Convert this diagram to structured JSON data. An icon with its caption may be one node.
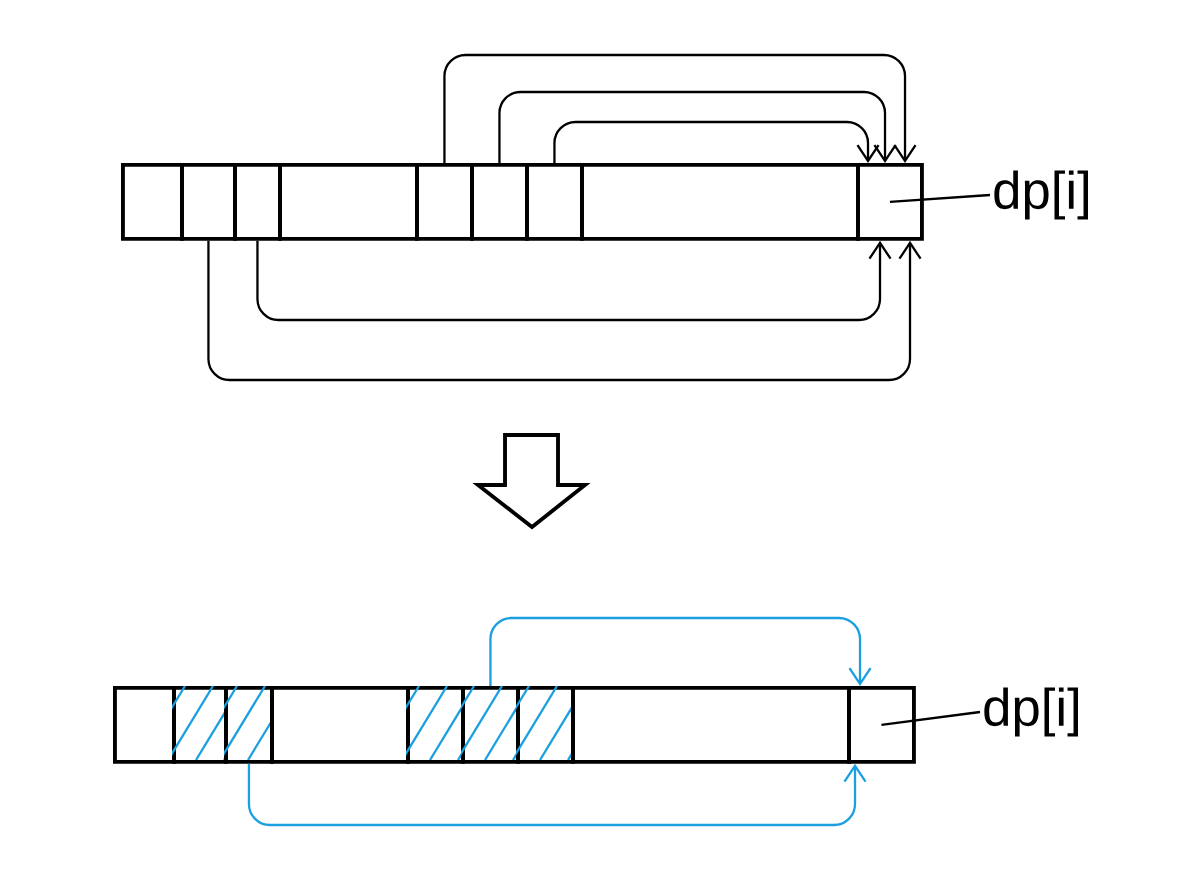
{
  "diagram": {
    "nodes": [
      {
        "text": [],
        "shape": "box"
      },
      {
        "text": [],
        "shape": "box"
      },
      {
        "text": [],
        "shape": "box"
      },
      {
        "text": [],
        "shape": "box"
      },
      {
        "text": [],
        "shape": "box"
      },
      {
        "text": [],
        "shape": "box"
      },
      {
        "text": [],
        "shape": "box"
      },
      {
        "text": [],
        "shape": "box"
      },
      {
        "text": [],
        "shape": "box"
      },
      {
        "text": [
          "dp[i]"
        ]
      },
      {
        "text": [],
        "shape": "box"
      },
      {
        "text": [],
        "shape": "box"
      },
      {
        "text": [],
        "shape": "box"
      },
      {
        "text": [],
        "shape": "box"
      },
      {
        "text": [],
        "shape": "box"
      },
      {
        "text": [],
        "shape": "box"
      },
      {
        "text": [],
        "shape": "box"
      },
      {
        "text": [],
        "shape": "box"
      },
      {
        "text": [],
        "shape": "box"
      },
      {
        "text": [
          "dp[i]"
        ]
      }
    ],
    "edges": [
      {
        "from": 4,
        "to": 8,
        "arrow": "to"
      },
      {
        "from": 5,
        "to": 8,
        "arrow": "to"
      },
      {
        "from": 6,
        "to": 8,
        "arrow": "to"
      },
      {
        "from": 1,
        "to": 8,
        "arrow": "to"
      },
      {
        "from": 2,
        "to": 8,
        "arrow": "to"
      },
      {
        "from": 9,
        "to": 8,
        "arrow": "none"
      },
      {
        "from": 15,
        "to": 18,
        "arrow": "to",
        "color": "#1a9fe0"
      },
      {
        "from": 12,
        "to": 18,
        "arrow": "to",
        "color": "#1a9fe0"
      },
      {
        "from": 19,
        "to": 18,
        "arrow": "none"
      }
    ]
  }
}
